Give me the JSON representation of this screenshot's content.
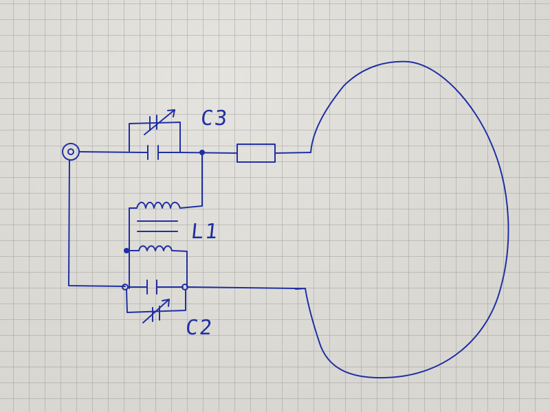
{
  "diagram": {
    "ink_color": "#1f2fa3",
    "paper_color": "#d9d7d2",
    "grid_color": "#969696",
    "labels": {
      "c3": "C3",
      "l1": "L1",
      "c2": "C2"
    }
  }
}
